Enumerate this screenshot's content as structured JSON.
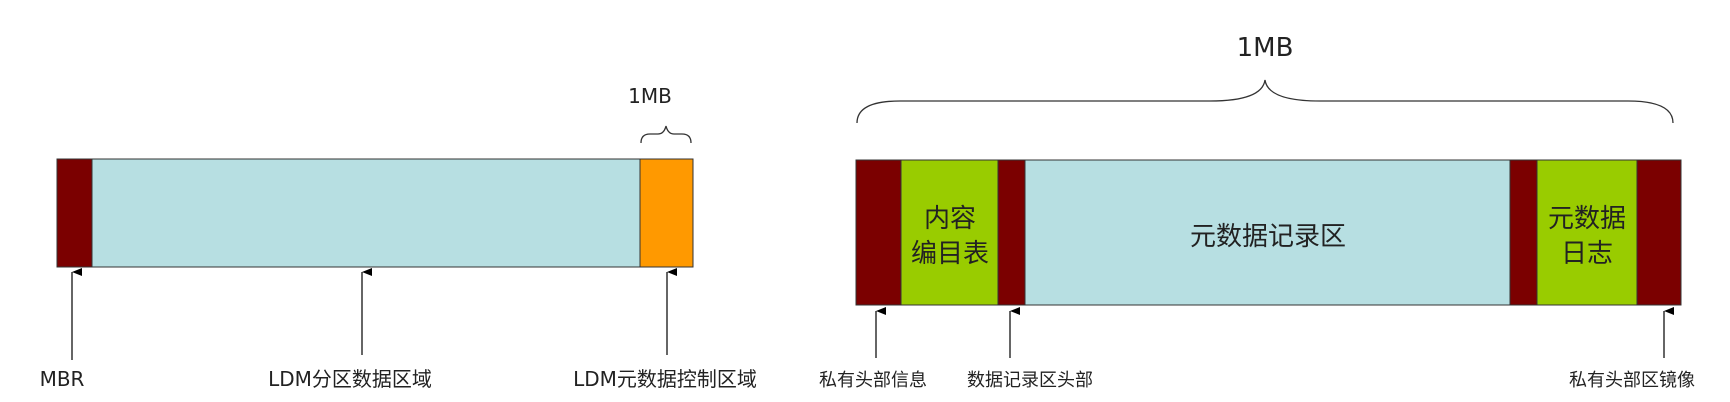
{
  "left_diagram": {
    "brace_label": "1MB",
    "labels": {
      "mbr": "MBR",
      "ldm_partition": "LDM分区数据区域",
      "ldm_metadata": "LDM元数据控制区域"
    }
  },
  "right_diagram": {
    "brace_label": "1MB",
    "blocks": {
      "toc_line1": "内容",
      "toc_line2": "编目表",
      "records": "元数据记录区",
      "log_line1": "元数据",
      "log_line2": "日志"
    },
    "labels": {
      "private_header": "私有头部信息",
      "record_header": "数据记录区头部",
      "private_header_mirror": "私有头部区镜像"
    }
  },
  "colors": {
    "dark_red": "#7b0000",
    "light_blue": "#b7dfe2",
    "orange": "#ff9900",
    "green": "#99cc00"
  }
}
